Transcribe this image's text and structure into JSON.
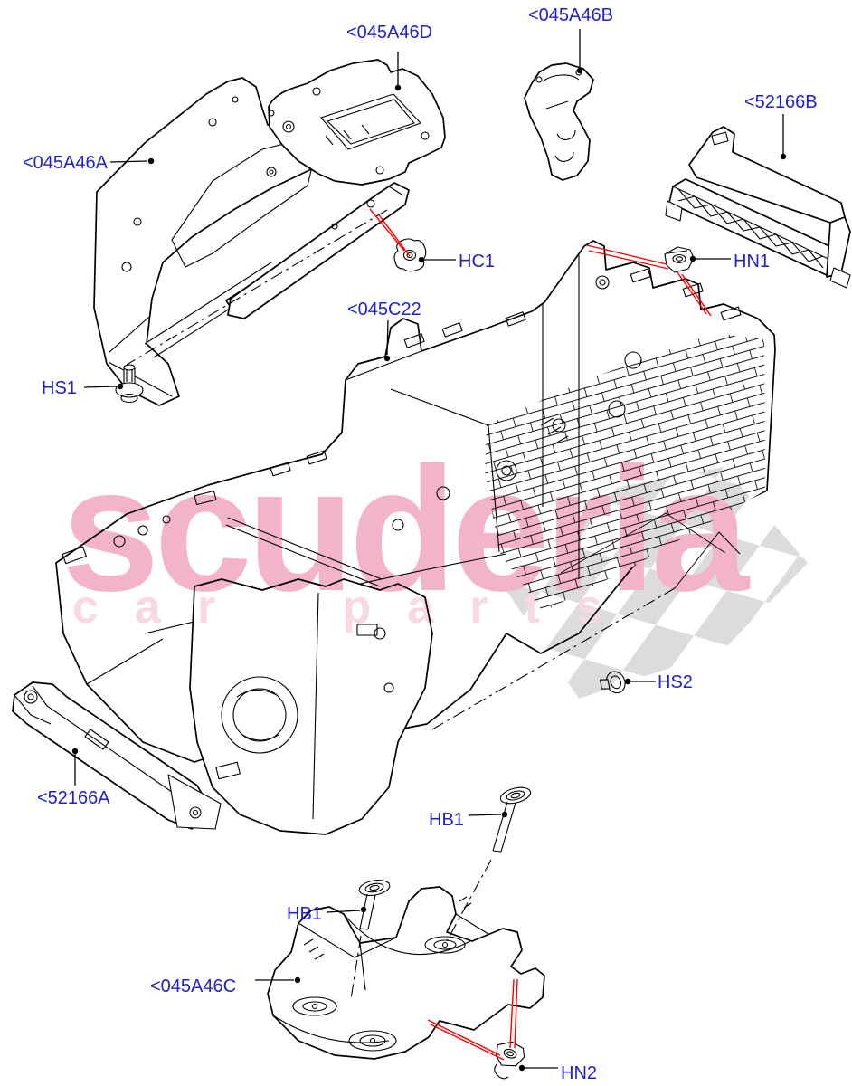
{
  "diagram": {
    "type": "exploded-parts-diagram",
    "subject": "Console mounting brackets and fixings",
    "callouts": [
      {
        "ref": "045A46D",
        "text": "<045A46D"
      },
      {
        "ref": "045A46B",
        "text": "<045A46B"
      },
      {
        "ref": "52166B",
        "text": "<52166B"
      },
      {
        "ref": "045A46A",
        "text": "<045A46A"
      },
      {
        "ref": "HC1",
        "text": "HC1"
      },
      {
        "ref": "HN1",
        "text": "HN1"
      },
      {
        "ref": "045C22",
        "text": "<045C22"
      },
      {
        "ref": "HS1",
        "text": "HS1"
      },
      {
        "ref": "HS2",
        "text": "HS2"
      },
      {
        "ref": "52166A",
        "text": "<52166A"
      },
      {
        "ref": "HB1-upper",
        "text": "HB1"
      },
      {
        "ref": "HB1-lower",
        "text": "HB1"
      },
      {
        "ref": "045A46C",
        "text": "<045A46C"
      },
      {
        "ref": "HN2",
        "text": "HN2"
      }
    ],
    "colors": {
      "callout_blue": "#2222cc",
      "leader_red": "#ff0000",
      "line_black": "#000000",
      "watermark_pink": "#f2b4c6",
      "watermark_pale_pink": "#f7d9e2",
      "flag_gray": "#dcdcdc"
    }
  },
  "watermark": {
    "brand": "scuderia",
    "tagline": "car parts"
  }
}
